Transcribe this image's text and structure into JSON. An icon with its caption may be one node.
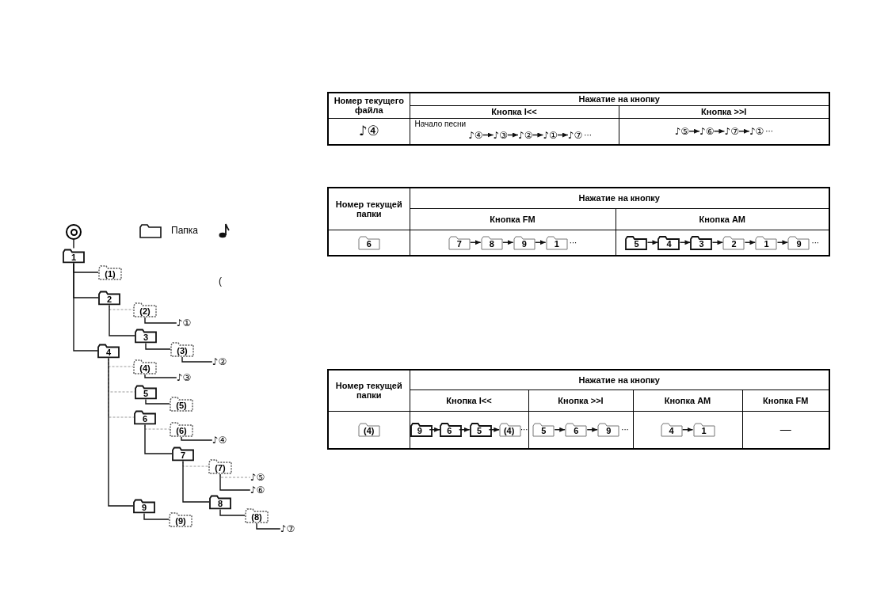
{
  "diagram": {
    "nodes": [
      {
        "text": [],
        "shape": "circle"
      },
      {
        "text": [
          "1"
        ]
      },
      {
        "text": [
          "(1)"
        ]
      },
      {
        "text": [
          "2"
        ]
      },
      {
        "text": [
          "(2)"
        ]
      },
      {
        "text": [
          "♪①"
        ]
      },
      {
        "text": [
          "3"
        ]
      },
      {
        "text": [
          "(3)"
        ]
      },
      {
        "text": [
          "♪②"
        ]
      },
      {
        "text": [
          "4"
        ]
      },
      {
        "text": [
          "(4)"
        ]
      },
      {
        "text": [
          "♪③"
        ]
      },
      {
        "text": [
          "5"
        ]
      },
      {
        "text": [
          "(5)"
        ]
      },
      {
        "text": [
          "6"
        ]
      },
      {
        "text": [
          "(6)"
        ]
      },
      {
        "text": [
          "♪④"
        ]
      },
      {
        "text": [
          "7"
        ]
      },
      {
        "text": [
          "(7)"
        ]
      },
      {
        "text": [
          "♪⑤"
        ]
      },
      {
        "text": [
          "♪⑥"
        ]
      },
      {
        "text": [
          "8"
        ]
      },
      {
        "text": [
          "(8)"
        ]
      },
      {
        "text": [
          "♪⑦"
        ]
      },
      {
        "text": [
          "9"
        ]
      },
      {
        "text": [
          "(9)"
        ]
      },
      {
        "text": [
          "♪④"
        ]
      },
      {
        "text": [
          "♪③"
        ]
      },
      {
        "text": [
          "♪②"
        ]
      },
      {
        "text": [
          "♪①"
        ]
      },
      {
        "text": [
          "♪⑦"
        ],
        "beside": [
          "···"
        ]
      },
      {
        "text": [
          "♪⑤"
        ]
      },
      {
        "text": [
          "♪⑥"
        ]
      },
      {
        "text": [
          "♪⑦"
        ]
      },
      {
        "text": [
          "♪①"
        ],
        "beside": [
          "···"
        ]
      },
      {
        "text": [
          "6"
        ]
      },
      {
        "text": [
          "7"
        ]
      },
      {
        "text": [
          "8"
        ]
      },
      {
        "text": [
          "9"
        ]
      },
      {
        "text": [
          "1"
        ],
        "beside": [
          "···"
        ]
      },
      {
        "text": [
          "5"
        ]
      },
      {
        "text": [
          "4"
        ]
      },
      {
        "text": [
          "3"
        ]
      },
      {
        "text": [
          "2"
        ]
      },
      {
        "text": [
          "1"
        ]
      },
      {
        "text": [
          "9"
        ],
        "beside": [
          "···"
        ]
      },
      {
        "text": [
          "(4)"
        ]
      },
      {
        "text": [
          "9"
        ]
      },
      {
        "text": [
          "6"
        ]
      },
      {
        "text": [
          "5"
        ]
      },
      {
        "text": [
          "(4)"
        ],
        "beside": [
          "···"
        ]
      },
      {
        "text": [
          "5"
        ]
      },
      {
        "text": [
          "6"
        ]
      },
      {
        "text": [
          "9"
        ],
        "beside": [
          "···"
        ]
      },
      {
        "text": [
          "4"
        ]
      },
      {
        "text": [
          "1"
        ]
      }
    ],
    "edges": [
      {
        "from": 0,
        "to": 1,
        "arrow": "none"
      },
      {
        "from": 1,
        "to": 2,
        "arrow": "none"
      },
      {
        "from": 1,
        "to": 3,
        "arrow": "none"
      },
      {
        "from": 1,
        "to": 9,
        "arrow": "none"
      },
      {
        "from": 3,
        "to": 4,
        "arrow": "none",
        "style": "dashed",
        "color": "#9a9a9a"
      },
      {
        "from": 4,
        "to": 5,
        "arrow": "none"
      },
      {
        "from": 3,
        "to": 6,
        "arrow": "none"
      },
      {
        "from": 6,
        "to": 7,
        "arrow": "none"
      },
      {
        "from": 7,
        "to": 8,
        "arrow": "none"
      },
      {
        "from": 9,
        "to": 10,
        "arrow": "none",
        "style": "dashed",
        "color": "#9a9a9a"
      },
      {
        "from": 10,
        "to": 11,
        "arrow": "none"
      },
      {
        "from": 9,
        "to": 12,
        "arrow": "none",
        "style": "dashed",
        "color": "#9a9a9a"
      },
      {
        "from": 12,
        "to": 13,
        "arrow": "none"
      },
      {
        "from": 9,
        "to": 14,
        "arrow": "none",
        "style": "dashed",
        "color": "#9a9a9a"
      },
      {
        "from": 14,
        "to": 15,
        "arrow": "none",
        "style": "dashed",
        "color": "#9a9a9a"
      },
      {
        "from": 15,
        "to": 16,
        "arrow": "none"
      },
      {
        "from": 14,
        "to": 17,
        "arrow": "none"
      },
      {
        "from": 17,
        "to": 18,
        "arrow": "none",
        "style": "dashed",
        "color": "#9a9a9a"
      },
      {
        "from": 18,
        "to": 19,
        "arrow": "none",
        "style": "dashed",
        "color": "#9a9a9a"
      },
      {
        "from": 18,
        "to": 20,
        "arrow": "none"
      },
      {
        "from": 17,
        "to": 21,
        "arrow": "none"
      },
      {
        "from": 21,
        "to": 22,
        "arrow": "none"
      },
      {
        "from": 22,
        "to": 23,
        "arrow": "none"
      },
      {
        "from": 9,
        "to": 24,
        "arrow": "none"
      },
      {
        "from": 24,
        "to": 25,
        "arrow": "none"
      },
      {
        "from": 26,
        "to": 27,
        "arrow": "to"
      },
      {
        "from": 27,
        "to": 28,
        "arrow": "to"
      },
      {
        "from": 28,
        "to": 29,
        "arrow": "to"
      },
      {
        "from": 29,
        "to": 30,
        "arrow": "to"
      },
      {
        "from": 31,
        "to": 32,
        "arrow": "to"
      },
      {
        "from": 32,
        "to": 33,
        "arrow": "to"
      },
      {
        "from": 33,
        "to": 34,
        "arrow": "to"
      },
      {
        "from": 36,
        "to": 37,
        "arrow": "to"
      },
      {
        "from": 37,
        "to": 38,
        "arrow": "to"
      },
      {
        "from": 38,
        "to": 39,
        "arrow": "to"
      },
      {
        "from": 40,
        "to": 41,
        "arrow": "to"
      },
      {
        "from": 41,
        "to": 42,
        "arrow": "to"
      },
      {
        "from": 42,
        "to": 43,
        "arrow": "to"
      },
      {
        "from": 43,
        "to": 44,
        "arrow": "to"
      },
      {
        "from": 44,
        "to": 45,
        "arrow": "to"
      },
      {
        "from": 47,
        "to": 48,
        "arrow": "to"
      },
      {
        "from": 48,
        "to": 49,
        "arrow": "to"
      },
      {
        "from": 49,
        "to": 50,
        "arrow": "to"
      },
      {
        "from": 51,
        "to": 52,
        "arrow": "to"
      },
      {
        "from": 52,
        "to": 53,
        "arrow": "to"
      },
      {
        "from": 54,
        "to": 55,
        "arrow": "to"
      }
    ],
    "labels": [
      "(",
      "Номер текущего файла",
      "Нажатие на кнопку",
      "Кнопка I<<",
      "Кнопка >>I",
      "♪④",
      "Начало песни",
      "Номер текущей папки",
      "Нажатие на кнопку",
      "Кнопка FM",
      "Кнопка AM",
      "Номер текущей папки",
      "Нажатие на кнопку",
      "Кнопка I<<",
      "Кнопка >>I",
      "Кнопка AM",
      "Кнопка FM",
      "—"
    ],
    "legend": [
      {
        "text": "Папка"
      }
    ]
  }
}
